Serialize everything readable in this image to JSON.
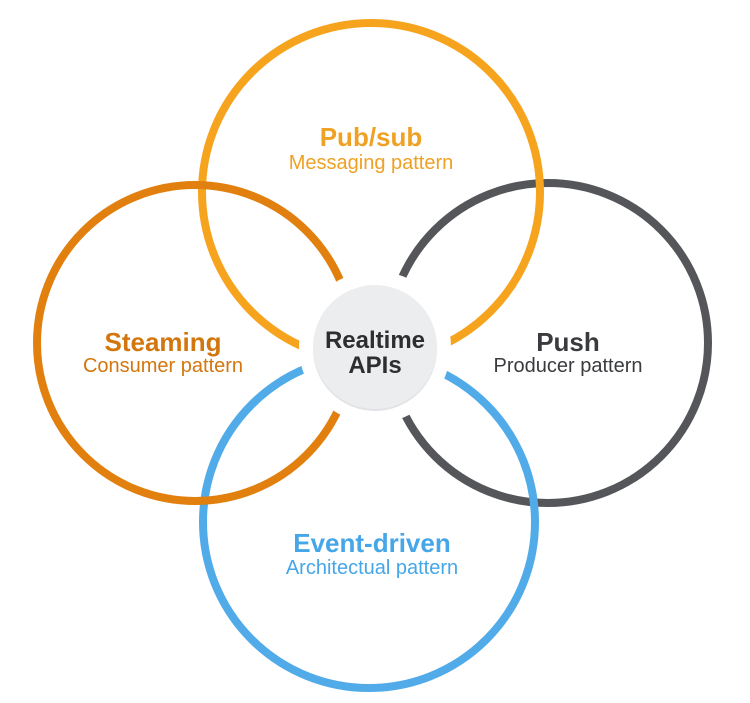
{
  "diagram": {
    "background": "#FFFFFF",
    "center": {
      "line1": "Realtime",
      "line2": "APIs",
      "fill": "#ECEDEF",
      "shadow": "#E2E3E6",
      "text_color": "#2D2E30"
    },
    "circles": [
      {
        "name": "pubsub",
        "position": "top",
        "title": "Pub/sub",
        "subtitle": "Messaging pattern",
        "stroke": "#F6A41E",
        "text_color": "#EFA124"
      },
      {
        "name": "push",
        "position": "right",
        "title": "Push",
        "subtitle": "Producer pattern",
        "stroke": "#54565A",
        "text_color": "#3A3B3E"
      },
      {
        "name": "event-driven",
        "position": "bottom",
        "title": "Event-driven",
        "subtitle": "Architectual pattern",
        "stroke": "#51ABE9",
        "text_color": "#45A6E8"
      },
      {
        "name": "steaming",
        "position": "left",
        "title": "Steaming",
        "subtitle": "Consumer pattern",
        "stroke": "#E2800F",
        "text_color": "#D3760E"
      }
    ]
  }
}
